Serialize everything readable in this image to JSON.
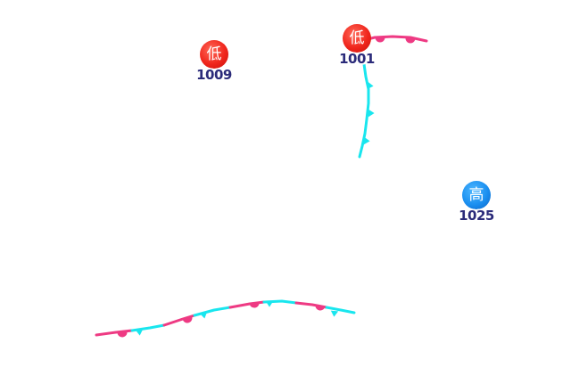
{
  "colors": {
    "warm_front": "#ee3a83",
    "cold_front": "#19e6ee",
    "low": "#f0261c",
    "high": "#1a8ff0",
    "value_text": "#2b2b7a"
  },
  "pressure_centers": [
    {
      "type": "low",
      "glyph": "低",
      "value": "1009"
    },
    {
      "type": "low",
      "glyph": "低",
      "value": "1001"
    },
    {
      "type": "high",
      "glyph": "高",
      "value": "1025"
    }
  ],
  "fronts": [
    {
      "type": "warm",
      "label": "warm-front-north"
    },
    {
      "type": "cold",
      "label": "cold-front-north"
    },
    {
      "type": "stationary",
      "label": "stationary-front-south"
    }
  ]
}
